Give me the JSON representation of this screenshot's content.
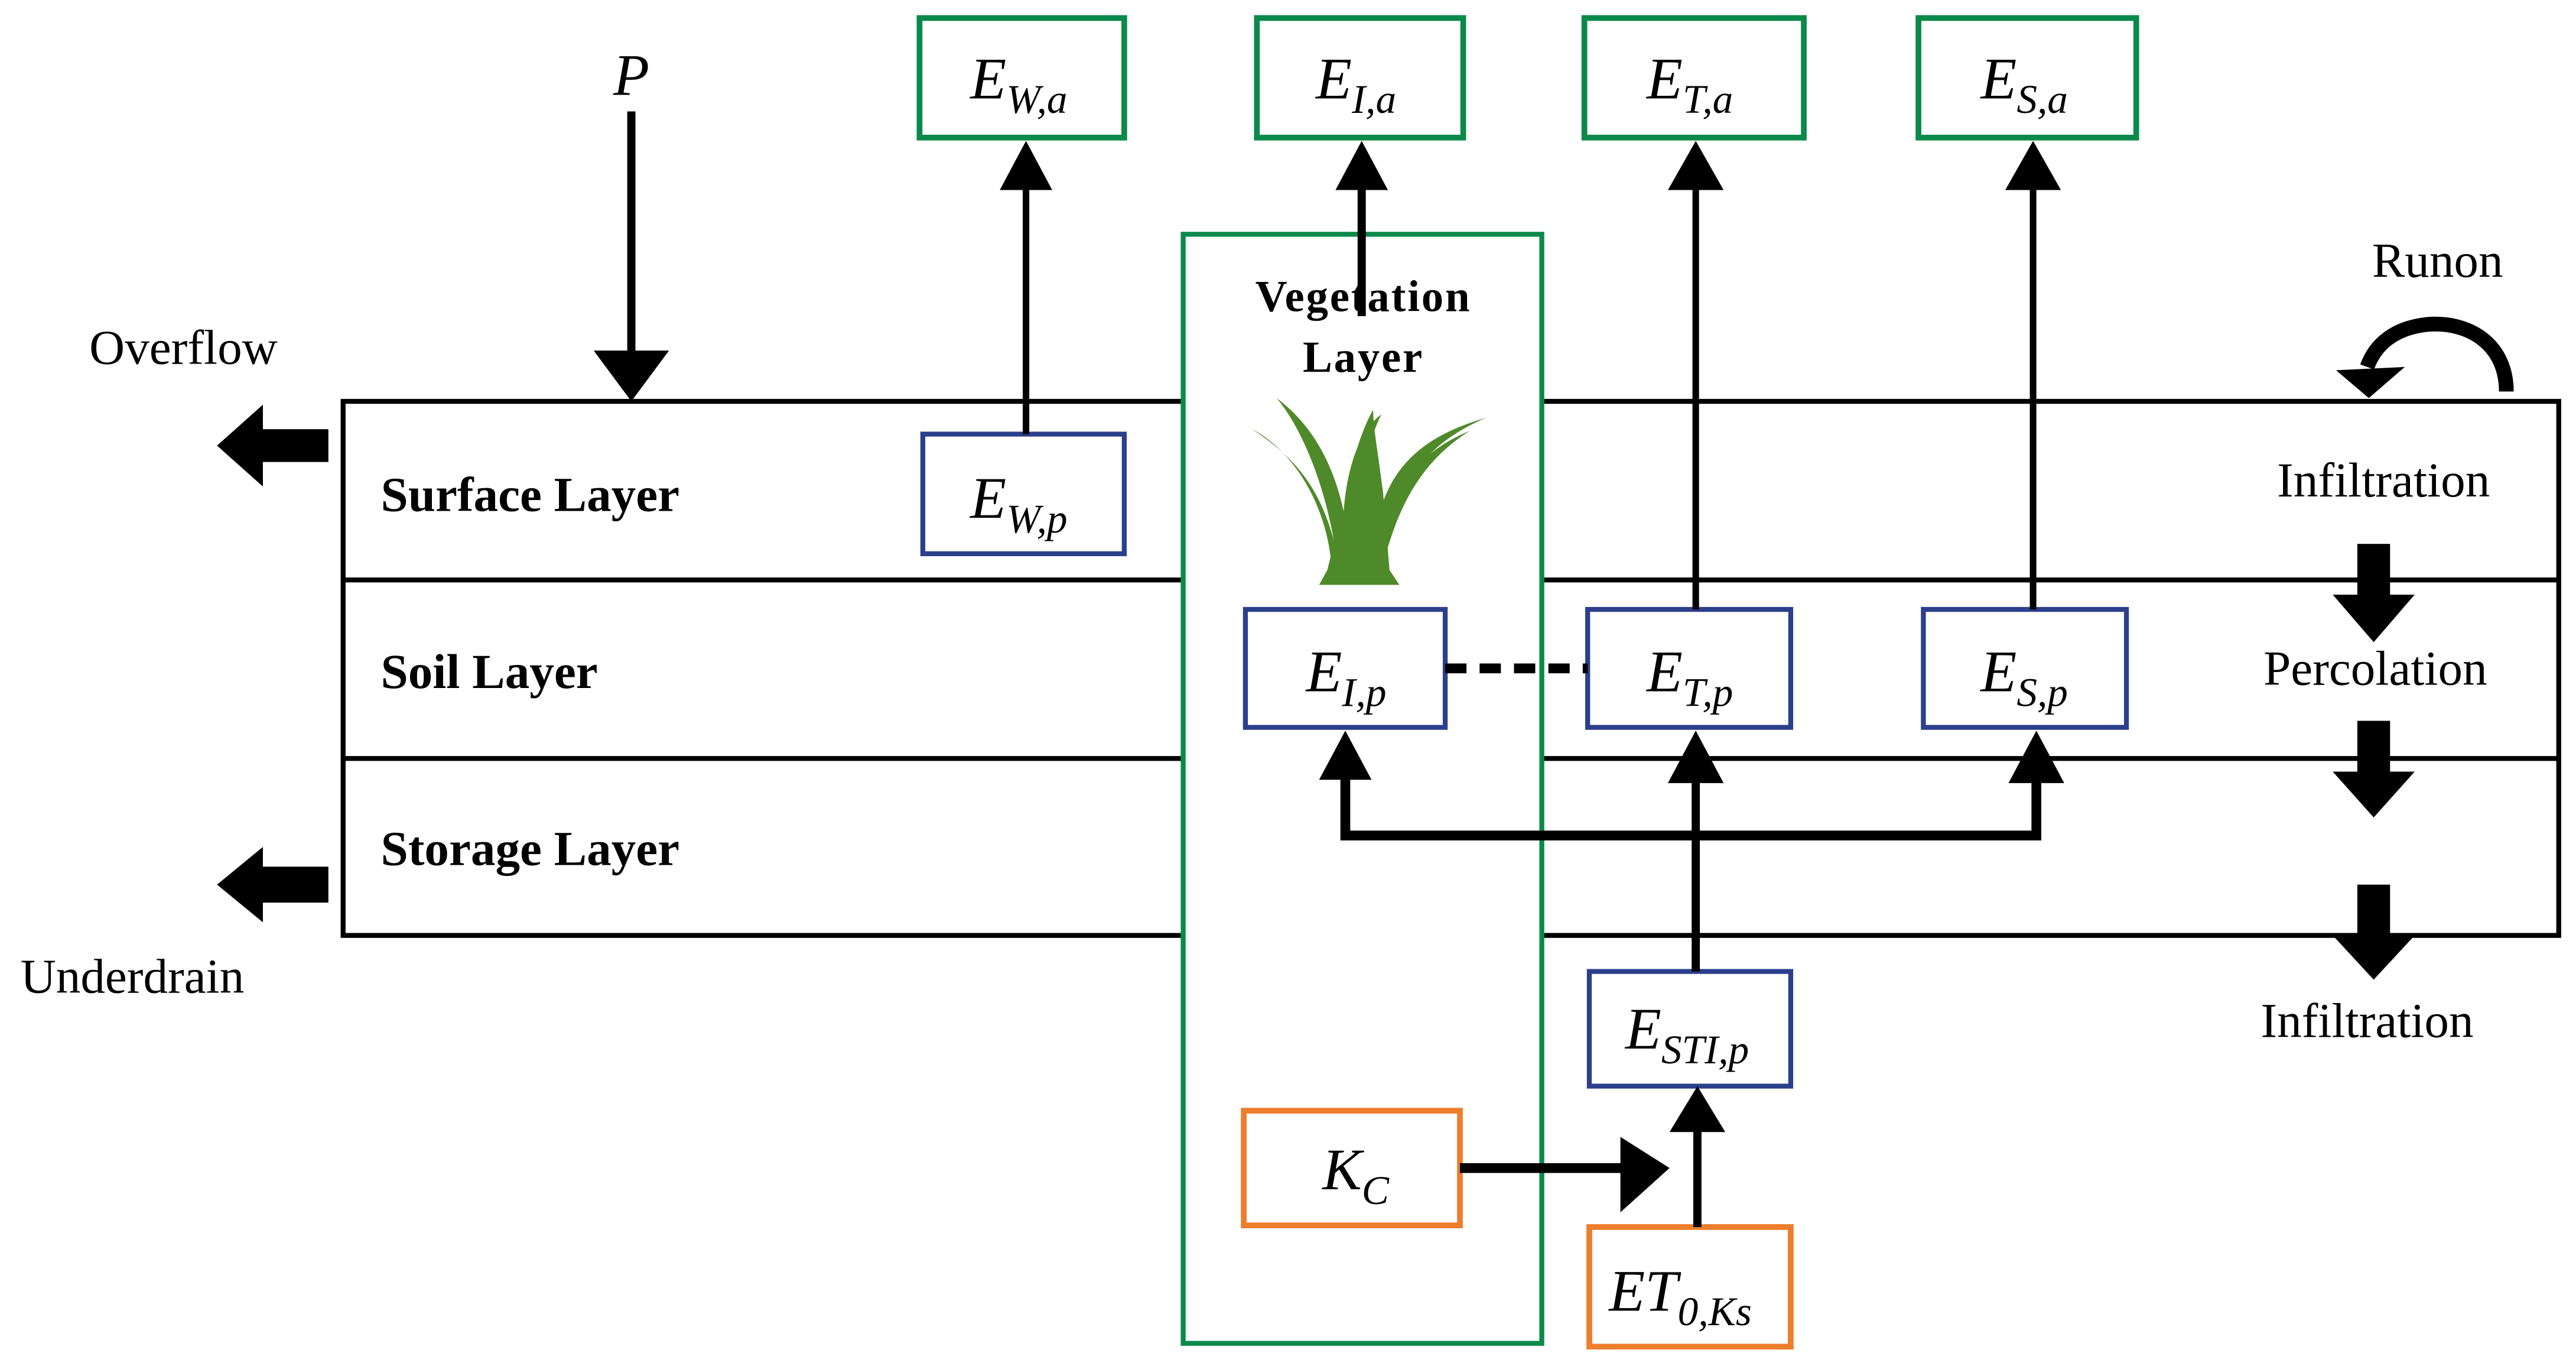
{
  "colors": {
    "actual_box": "#0a8a4a",
    "potential_box": "#2b3f8c",
    "input_box": "#ee7d2c",
    "vegetation_frame": "#0a8a4a",
    "plant": "#4f8a2a",
    "line": "#000000"
  },
  "layers": {
    "surface": "Surface Layer",
    "soil": "Soil Layer",
    "storage": "Storage Layer",
    "vegetation_line1": "Vegetation",
    "vegetation_line2": "Layer"
  },
  "flows": {
    "precipitation": "P",
    "overflow": "Overflow",
    "underdrain": "Underdrain",
    "runon": "Runon",
    "infiltration_top": "Infiltration",
    "percolation": "Percolation",
    "infiltration_bottom": "Infiltration"
  },
  "actual_boxes": [
    {
      "base": "E",
      "sub": "W,a"
    },
    {
      "base": "E",
      "sub": "I,a"
    },
    {
      "base": "E",
      "sub": "T,a"
    },
    {
      "base": "E",
      "sub": "S,a"
    }
  ],
  "potential_boxes": {
    "surface": {
      "base": "E",
      "sub": "W,p"
    },
    "interception": {
      "base": "E",
      "sub": "I,p"
    },
    "transpiration": {
      "base": "E",
      "sub": "T,p"
    },
    "soil_evap": {
      "base": "E",
      "sub": "S,p"
    },
    "total": {
      "base": "E",
      "sub": "STI,p"
    }
  },
  "input_boxes": {
    "crop_coef": {
      "base": "K",
      "sub": "C"
    },
    "ref_et": {
      "base": "ET",
      "sub": "0,Ks"
    }
  }
}
